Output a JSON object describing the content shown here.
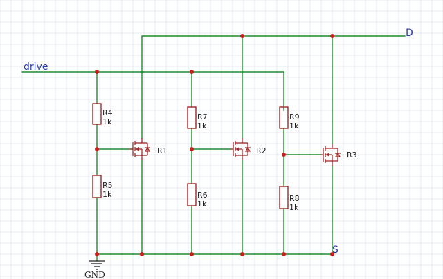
{
  "nets": {
    "drive": "drive",
    "drain": "D",
    "source": "S",
    "ground": "GND"
  },
  "resistors": [
    {
      "ref": "R4",
      "value": "1k"
    },
    {
      "ref": "R5",
      "value": "1k"
    },
    {
      "ref": "R7",
      "value": "1k"
    },
    {
      "ref": "R6",
      "value": "1k"
    },
    {
      "ref": "R9",
      "value": "1k"
    },
    {
      "ref": "R8",
      "value": "1k"
    }
  ],
  "transistors": [
    {
      "ref": "R1"
    },
    {
      "ref": "R2"
    },
    {
      "ref": "R3"
    }
  ],
  "colors": {
    "wire": "#1f8a2a",
    "component": "#a0282a",
    "junction": "#c81e1e",
    "net_label": "#2b3ba8",
    "grid": "#e6ebf2"
  }
}
